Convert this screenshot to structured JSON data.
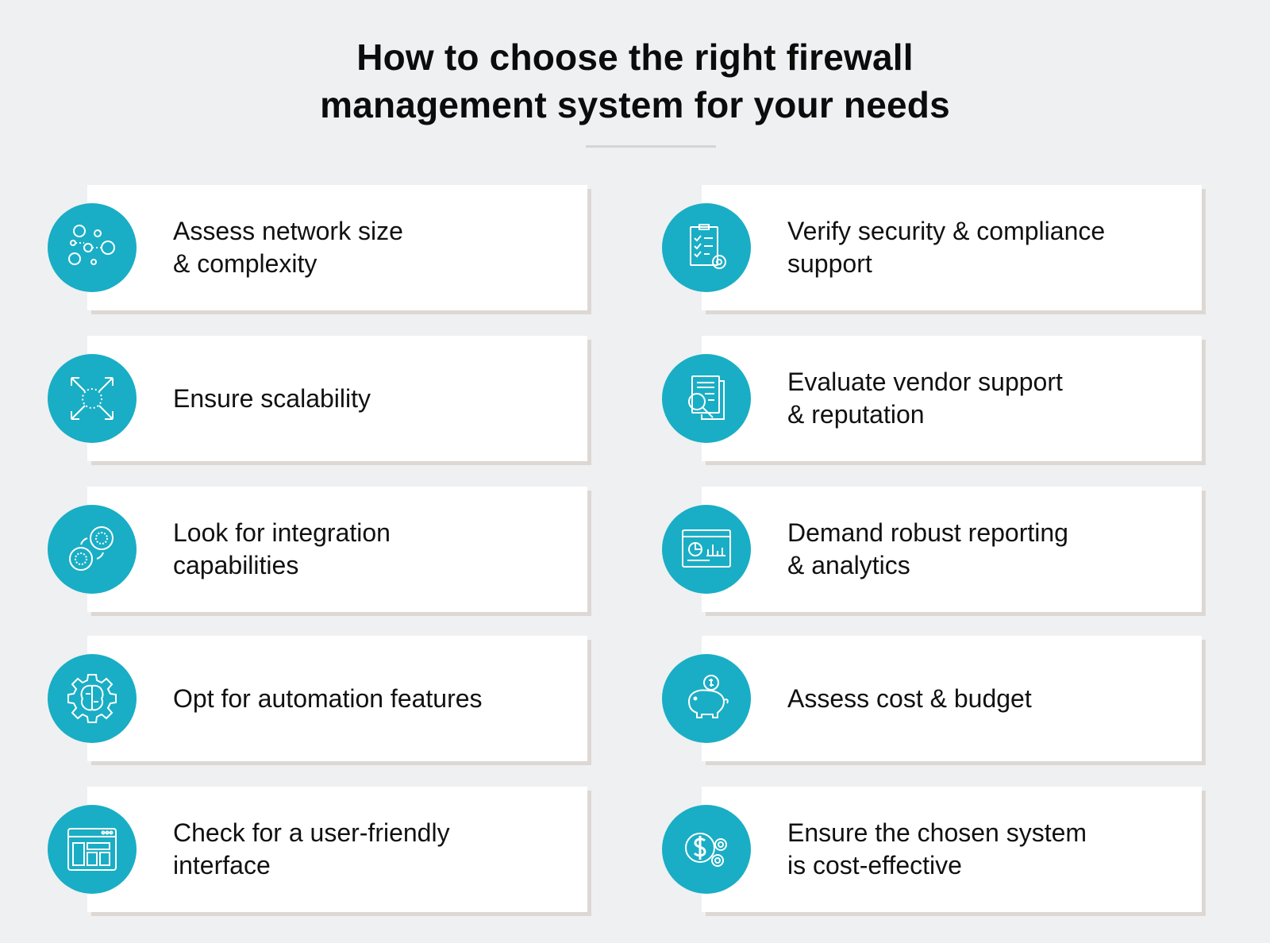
{
  "title": {
    "line1": "How to choose the right firewall",
    "line2": "management system for your needs"
  },
  "colors": {
    "background": "#eff0f2",
    "card": "#ffffff",
    "card_shadow": "#ddd8d4",
    "icon_circle": "#19aec5",
    "text": "#111111"
  },
  "items": [
    {
      "line1": "Assess network size",
      "line2": "& complexity",
      "icon": "network-nodes-icon"
    },
    {
      "line1": "Verify security & compliance",
      "line2": "support",
      "icon": "checklist-gear-icon"
    },
    {
      "line1": "Ensure scalability",
      "line2": "",
      "icon": "expand-arrows-icon"
    },
    {
      "line1": "Evaluate vendor support",
      "line2": "& reputation",
      "icon": "document-search-icon"
    },
    {
      "line1": "Look for integration",
      "line2": "capabilities",
      "icon": "integration-gears-icon"
    },
    {
      "line1": "Demand robust reporting",
      "line2": "& analytics",
      "icon": "analytics-dashboard-icon"
    },
    {
      "line1": "Opt for automation features",
      "line2": "",
      "icon": "brain-gear-icon"
    },
    {
      "line1": "Assess cost & budget",
      "line2": "",
      "icon": "piggy-bank-icon"
    },
    {
      "line1": "Check for a user-friendly",
      "line2": "interface",
      "icon": "browser-window-icon"
    },
    {
      "line1": "Ensure the chosen system",
      "line2": "is cost-effective",
      "icon": "dollar-gears-icon"
    }
  ]
}
